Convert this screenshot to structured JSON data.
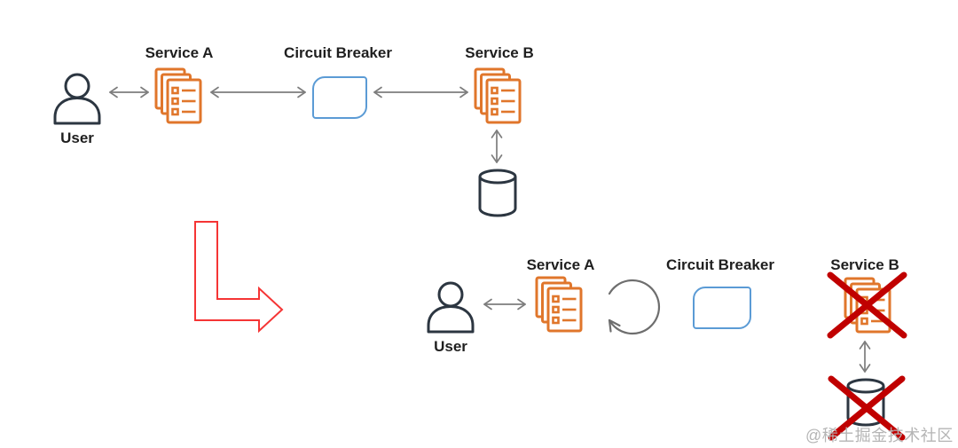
{
  "before": {
    "service_a": "Service A",
    "circuit_breaker": "Circuit Breaker",
    "service_b": "Service B",
    "user": "User"
  },
  "after": {
    "service_a": "Service A",
    "circuit_breaker": "Circuit Breaker",
    "service_b": "Service B",
    "user": "User"
  },
  "watermark": "@稀土掘金技术社区",
  "icons": {
    "user": "person-outline",
    "service": "stacked-documents-list",
    "circuit_breaker": "rounded-rectangle",
    "database": "cylinder",
    "retry": "circular-arrow-loop",
    "failure": "red-cross-x",
    "transition": "elbow-arrow-down-right"
  },
  "colors": {
    "service_orange": "#e0762b",
    "actor_navy": "#2c3641",
    "breaker_blue": "#5b9bd5",
    "arrow_gray": "#7d7d7d",
    "transition_red": "#f53535",
    "failure_red": "#c00000",
    "label_text": "#1f1f1f",
    "watermark_gray": "#b5b5b5",
    "background": "#ffffff"
  }
}
